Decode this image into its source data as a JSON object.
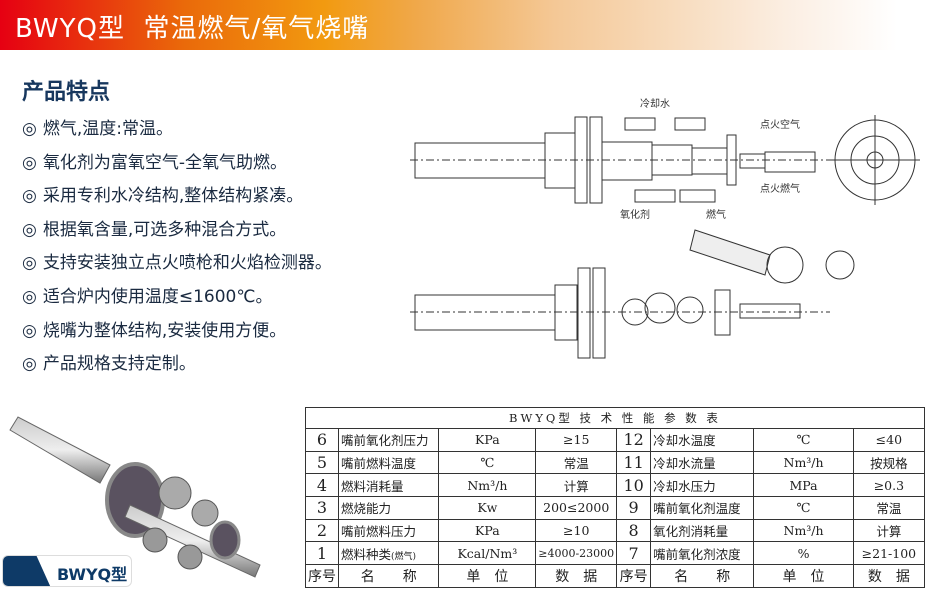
{
  "header": {
    "title": "BWYQ型  常温燃气/氧气烧嘴"
  },
  "features": {
    "heading": "产品特点",
    "bullet": "◎",
    "items": [
      "燃气,温度:常温。",
      "氧化剂为富氧空气-全氧气助燃。",
      "采用专利水冷结构,整体结构紧凑。",
      "根据氧含量,可选多种混合方式。",
      "支持安装独立点火喷枪和火焰检测器。",
      "适合炉内使用温度≤1600℃。",
      "烧嘴为整体结构,安装使用方便。",
      "产品规格支持定制。"
    ]
  },
  "drawing_labels": {
    "cooling_water": "冷却水",
    "ignition_air": "点火空气",
    "ignition_gas": "点火燃气",
    "oxidizer": "氧化剂",
    "fuel_gas": "燃气"
  },
  "badge": {
    "label": "BWYQ型"
  },
  "table": {
    "title": "BWYQ型 技 术 性 能 参 数 表",
    "rows": [
      [
        "6",
        "嘴前氧化剂压力",
        "KPa",
        "≥15",
        "12",
        "冷却水温度",
        "℃",
        "≤40"
      ],
      [
        "5",
        "嘴前燃料温度",
        "℃",
        "常温",
        "11",
        "冷却水流量",
        "Nm³/h",
        "按规格"
      ],
      [
        "4",
        "燃料消耗量",
        "Nm³/h",
        "计算",
        "10",
        "冷却水压力",
        "MPa",
        "≥0.3"
      ],
      [
        "3",
        "燃烧能力",
        "Kw",
        "200≤2000",
        "9",
        "嘴前氧化剂温度",
        "℃",
        "常温"
      ],
      [
        "2",
        "嘴前燃料压力",
        "KPa",
        "≥10",
        "8",
        "氧化剂消耗量",
        "Nm³/h",
        "计算"
      ],
      [
        "1",
        "燃料种类",
        "Kcal/Nm³",
        "≥4000-23000",
        "7",
        "嘴前氧化剂浓度",
        "%",
        "≥21-100"
      ]
    ],
    "row1_note": "(燃气)",
    "header_row": [
      "序号",
      "名　　称",
      "单　位",
      "数　据",
      "序号",
      "名　　称",
      "单　位",
      "数　据"
    ]
  },
  "colors": {
    "brand_red": "#e60012",
    "brand_orange": "#f29a10",
    "navy": "#0e3a67"
  }
}
